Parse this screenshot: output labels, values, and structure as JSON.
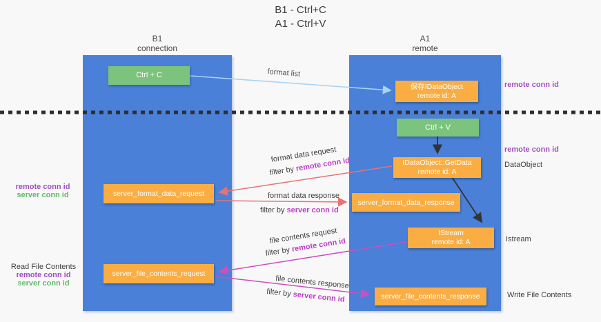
{
  "title": {
    "line1": "B1 - Ctrl+C",
    "line2": "A1 - Ctrl+V"
  },
  "columns": {
    "left": {
      "header_line1": "B1",
      "header_line2": "connection"
    },
    "right": {
      "header_line1": "A1",
      "header_line2": "remote"
    }
  },
  "nodes": {
    "ctrl_c": "Ctrl + C",
    "ctrl_v": "Ctrl + V",
    "save_idataobject": {
      "line1": "保存IDataObject",
      "line2": "remote id: A"
    },
    "getdata": {
      "line1": "IDataObject::GetData",
      "line2": "remote id: A"
    },
    "istream": {
      "line1": "IStream",
      "line2": "remote id: A"
    },
    "server_format_data_request": "server_format_data_request",
    "server_format_data_response": "server_format_data_response",
    "server_file_contents_request": "server_file_contents_request",
    "server_file_contents_response": "server_file_contents_response"
  },
  "labels": {
    "format_list": "format list",
    "format_data_request": "format data request",
    "format_data_response": "format data response",
    "file_contents_request": "file contents request",
    "file_contents_response": "file contents response",
    "filter_by": "filter by ",
    "remote_conn_id": "remote conn id",
    "server_conn_id": "server conn id",
    "read_file_contents": "Read File Contents",
    "write_file_contents": "Write File Contents",
    "dataobject": "DataObject",
    "istream_side": "Istream"
  },
  "colors": {
    "column_blue": "#4a80d8",
    "key_green": "#7cc47e",
    "node_orange": "#f9ad42",
    "arrow_lightblue": "#a9d3f2",
    "arrow_black": "#333333",
    "arrow_salmon": "#e87272",
    "arrow_magenta": "#cc4fc0",
    "label_purple": "#a14fc4",
    "label_green": "#63b96a",
    "background": "#f8f8f9"
  }
}
